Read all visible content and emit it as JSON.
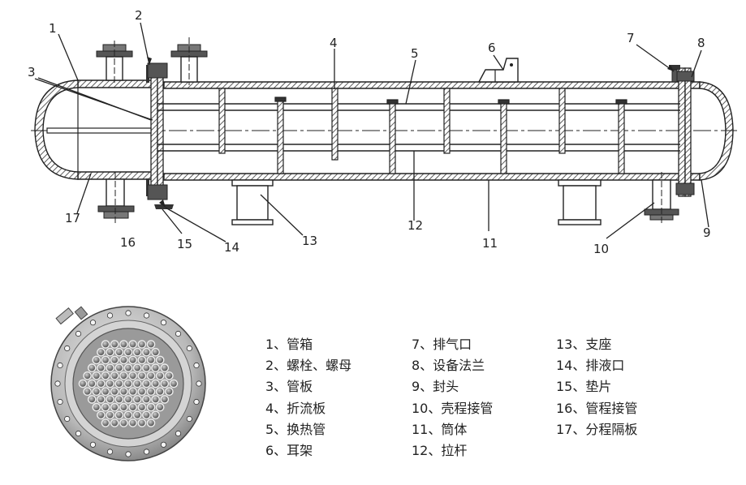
{
  "callouts": [
    {
      "id": "c1",
      "text": "1"
    },
    {
      "id": "c2",
      "text": "2"
    },
    {
      "id": "c3",
      "text": "3"
    },
    {
      "id": "c4",
      "text": "4"
    },
    {
      "id": "c5",
      "text": "5"
    },
    {
      "id": "c6",
      "text": "6"
    },
    {
      "id": "c7",
      "text": "7"
    },
    {
      "id": "c8",
      "text": "8"
    },
    {
      "id": "c9",
      "text": "9"
    },
    {
      "id": "c10",
      "text": "10"
    },
    {
      "id": "c11",
      "text": "11"
    },
    {
      "id": "c12",
      "text": "12"
    },
    {
      "id": "c13",
      "text": "13"
    },
    {
      "id": "c14",
      "text": "14"
    },
    {
      "id": "c15",
      "text": "15"
    },
    {
      "id": "c16",
      "text": "16"
    },
    {
      "id": "c17",
      "text": "17"
    }
  ],
  "legend": {
    "col1": [
      "1、管箱",
      "2、螺栓、螺母",
      "3、管板",
      "4、折流板",
      "5、换热管",
      "6、耳架"
    ],
    "col2": [
      "7、排气口",
      "8、设备法兰",
      "9、封头",
      "10、壳程接管",
      "11、筒体",
      "12、拉杆"
    ],
    "col3": [
      "13、支座",
      "14、排液口",
      "15、垫片",
      "16、管程接管",
      "17、分程隔板"
    ]
  }
}
